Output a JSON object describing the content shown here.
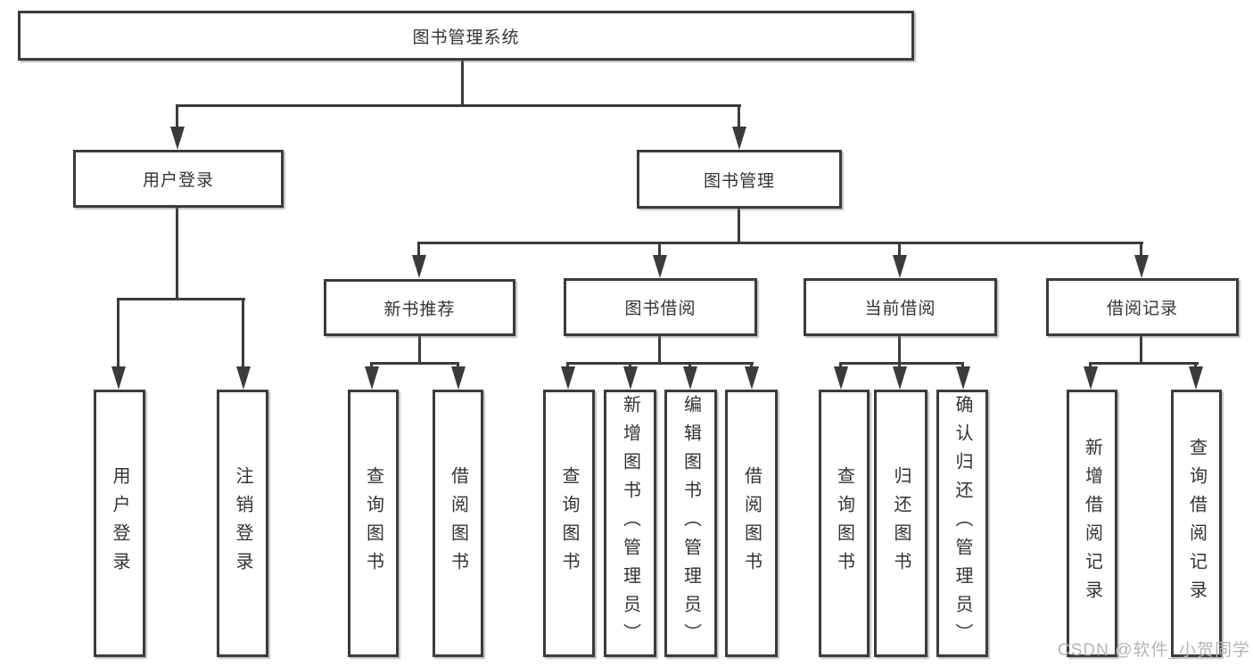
{
  "diagram_title": "图书管理系统",
  "tree": {
    "root": "图书管理系统",
    "level2": {
      "user_login": "用户登录",
      "book_mgmt": "图书管理"
    },
    "level3": {
      "new_book": "新书推荐",
      "book_borrow": "图书借阅",
      "current_borrow": "当前借阅",
      "borrow_record": "借阅记录"
    },
    "leaves": {
      "login_1": "用户登录",
      "login_2": "注销登录",
      "new_book_1": "查询图书",
      "new_book_2": "借阅图书",
      "borrow_1": "查询图书",
      "borrow_2": "新增图书（管理员）",
      "borrow_3": "编辑图书（管理员）",
      "borrow_4": "借阅图书",
      "current_1": "查询图书",
      "current_2": "归还图书",
      "current_3": "确认归还（管理员）",
      "record_1": "新增借阅记录",
      "record_2": "查询借阅记录"
    }
  },
  "watermark": "CSDN @软件_小贺同学",
  "colors": {
    "line": "#3b3b3b",
    "text": "#333333",
    "watermark": "#b5b5b5",
    "background": "#ffffff"
  }
}
